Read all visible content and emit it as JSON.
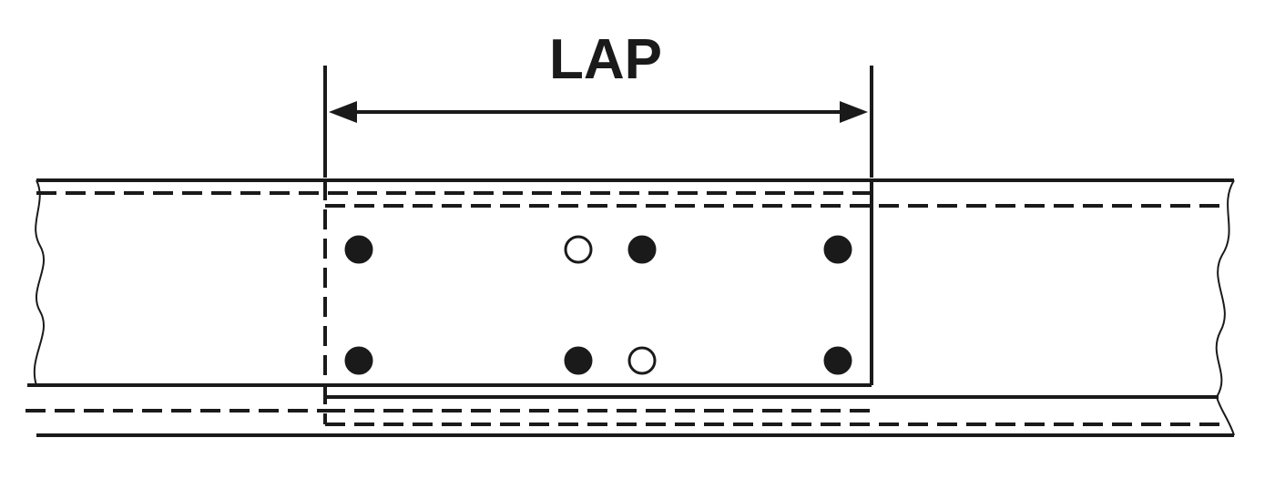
{
  "diagram": {
    "label": "LAP",
    "holes": [
      {
        "id": "top-1",
        "kind": "filled"
      },
      {
        "id": "top-2",
        "kind": "open"
      },
      {
        "id": "top-3",
        "kind": "filled"
      },
      {
        "id": "top-4",
        "kind": "filled"
      },
      {
        "id": "bottom-1",
        "kind": "filled"
      },
      {
        "id": "bottom-2",
        "kind": "filled"
      },
      {
        "id": "bottom-3",
        "kind": "open"
      },
      {
        "id": "bottom-4",
        "kind": "filled"
      }
    ]
  }
}
